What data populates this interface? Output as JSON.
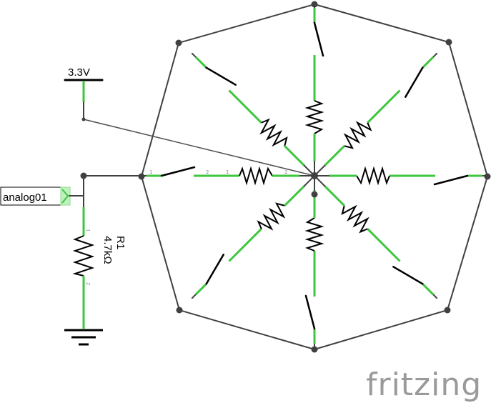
{
  "power": {
    "label": "3.3V"
  },
  "net_label": {
    "text": "analog01"
  },
  "resistor_r1": {
    "name": "R1",
    "value": "4.7kΩ"
  },
  "pin_labels": {
    "one": "1",
    "two": "2"
  },
  "brand": {
    "text": "fritzing"
  },
  "colors": {
    "wire": "#404040",
    "lead": "#3ec63e",
    "symbol": "#000000",
    "brand": "#9a9a9a"
  }
}
